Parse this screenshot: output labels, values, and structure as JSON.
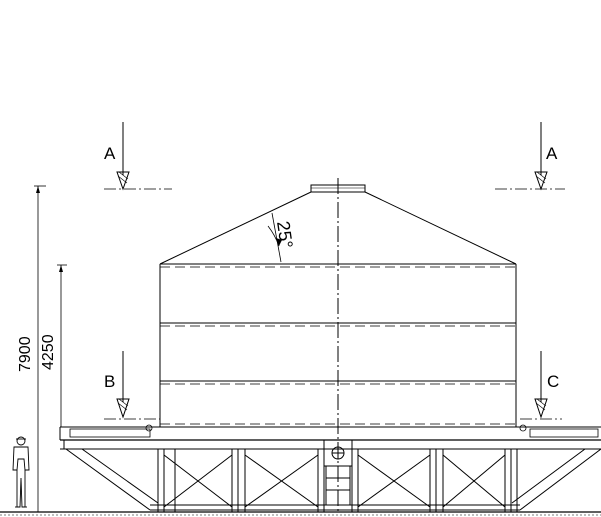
{
  "drawing": {
    "section_labels": {
      "top_left": "A",
      "top_right": "A",
      "bottom_left": "B",
      "bottom_right": "C"
    },
    "dimensions": {
      "overall_height": "7900",
      "shell_height": "4250"
    },
    "roof_angle": "25°"
  }
}
